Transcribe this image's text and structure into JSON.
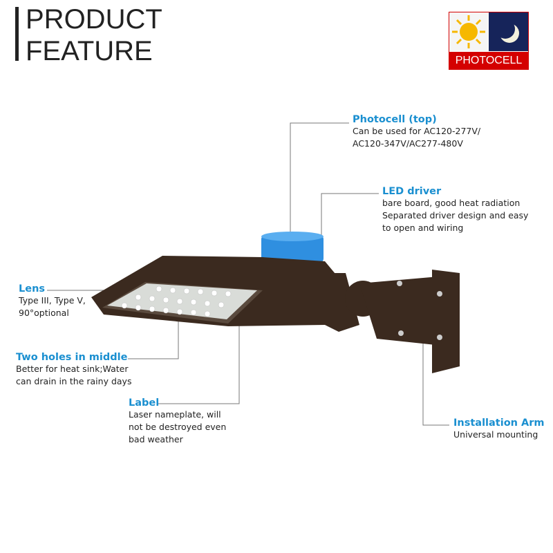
{
  "header": {
    "line1": "PRODUCT",
    "line2": "FEATURE"
  },
  "badge": {
    "label": "PHOTOCELL",
    "icons": [
      "sun-icon",
      "moon-icon"
    ],
    "color": "#d40000"
  },
  "callouts": [
    {
      "title": "Photocell (top)",
      "lines": [
        "Can be used for AC120-277V/",
        "AC120-347V/AC277-480V"
      ]
    },
    {
      "title": "LED driver",
      "lines": [
        "bare board, good heat radiation",
        "Separated driver design and easy",
        "to open and wiring"
      ]
    },
    {
      "title": "Lens",
      "lines": [
        "Type III, Type V,",
        "90°optional"
      ]
    },
    {
      "title": "Two holes in middle",
      "lines": [
        "Better for heat sink;Water",
        "can drain in the rainy days"
      ]
    },
    {
      "title": "Label",
      "lines": [
        "Laser nameplate, will",
        "not be  destroyed even",
        "bad weather"
      ]
    },
    {
      "title": "Installation Arm",
      "lines": [
        "Universal mounting"
      ]
    }
  ],
  "colors": {
    "accent": "#1a8fd0",
    "housing": "#3b2a1f",
    "photocell": "#2f8fe0"
  }
}
